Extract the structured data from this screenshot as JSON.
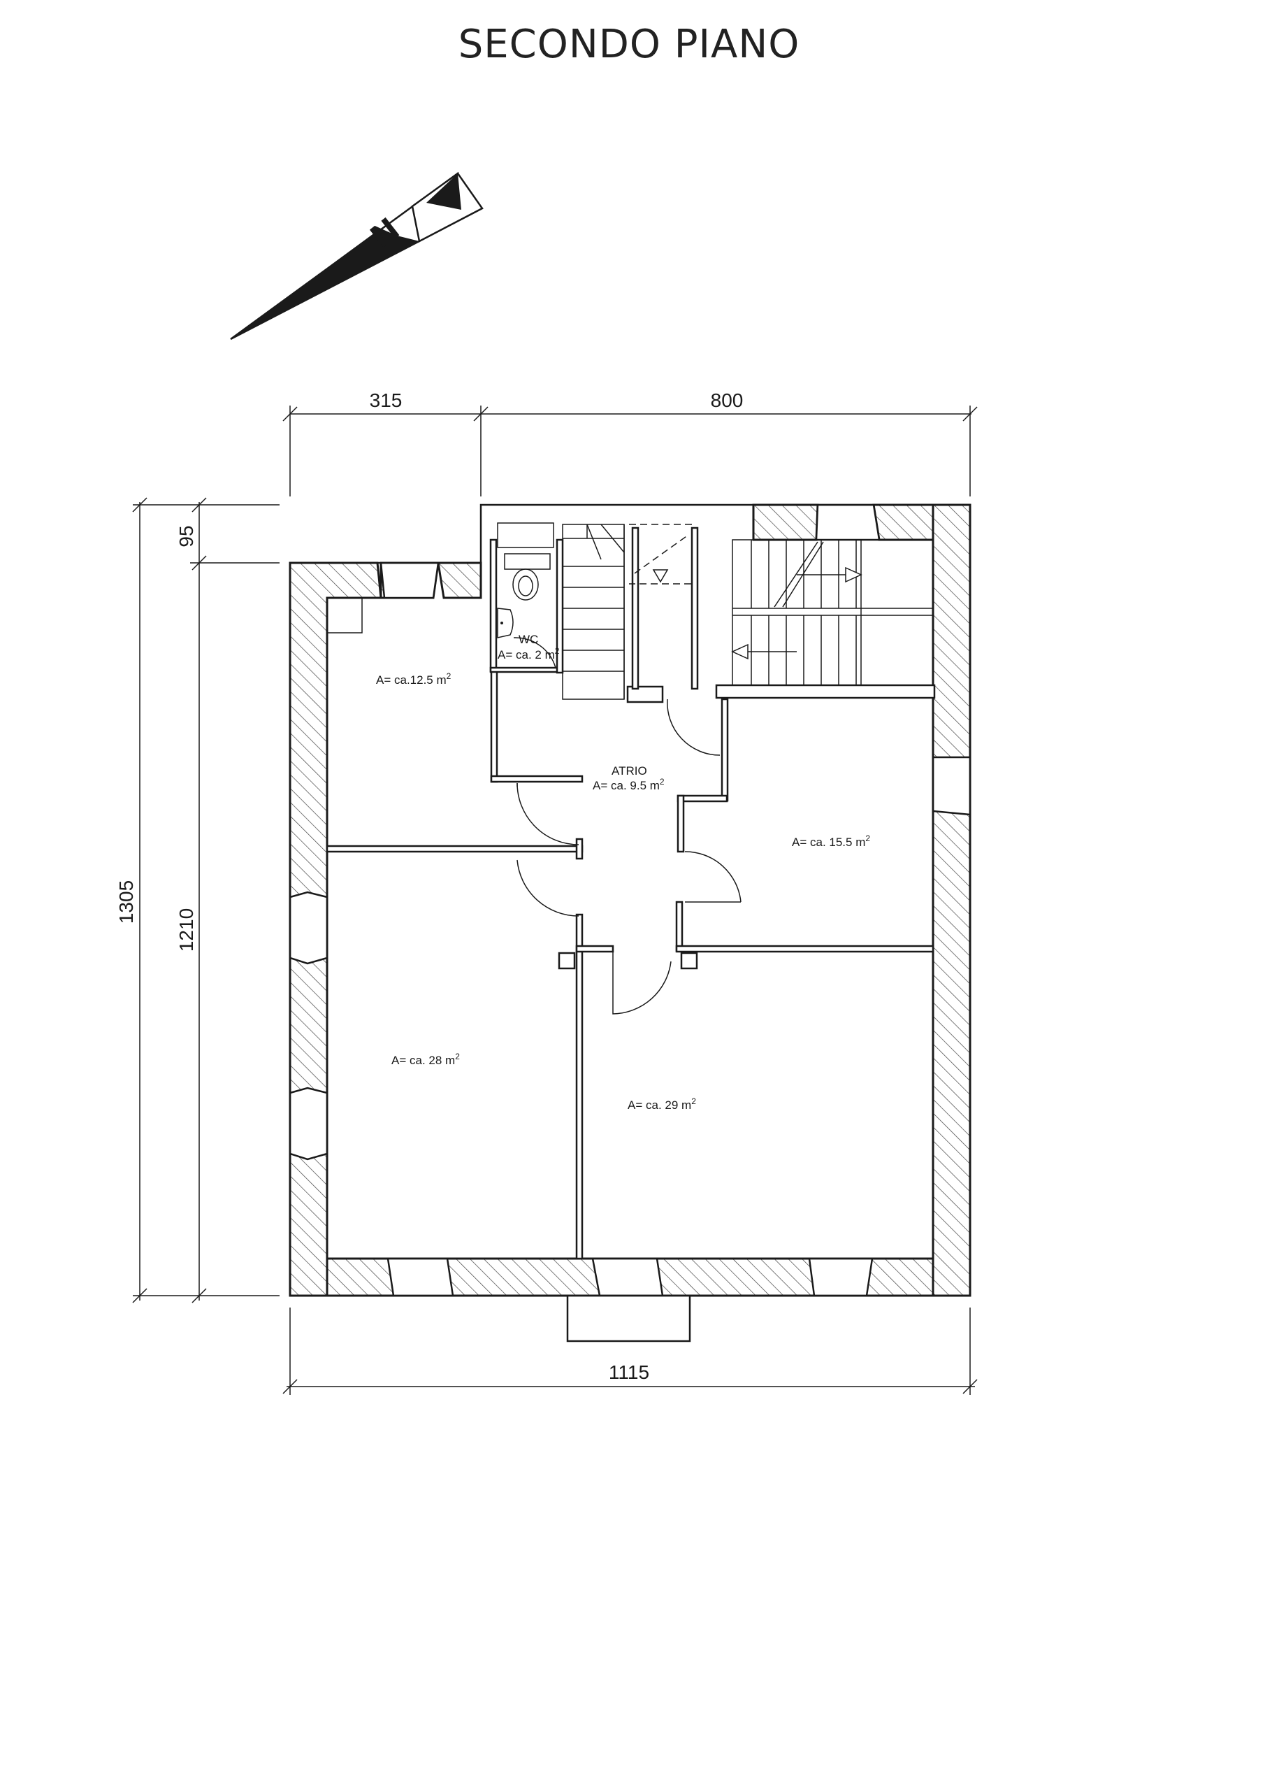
{
  "title": "SECONDO PIANO",
  "compass_label": "N",
  "dimensions": {
    "top_left": "315",
    "top_right": "800",
    "left_short": "95",
    "left_total": "1305",
    "left_inner": "1210",
    "bottom": "1115"
  },
  "rooms": {
    "room_nw": {
      "area_prefix": "A= ca.12.5 m",
      "area_sup": "2"
    },
    "wc": {
      "label": "WC",
      "area_prefix": "A= ca. 2 m",
      "area_sup": "2"
    },
    "atrio": {
      "label": "ATRIO",
      "area_prefix": "A= ca. 9.5 m",
      "area_sup": "2"
    },
    "room_ne": {
      "area_prefix": "A= ca. 15.5 m",
      "area_sup": "2"
    },
    "room_sw": {
      "area_prefix": "A= ca. 28 m",
      "area_sup": "2"
    },
    "room_se": {
      "area_prefix": "A= ca. 29 m",
      "area_sup": "2"
    }
  }
}
